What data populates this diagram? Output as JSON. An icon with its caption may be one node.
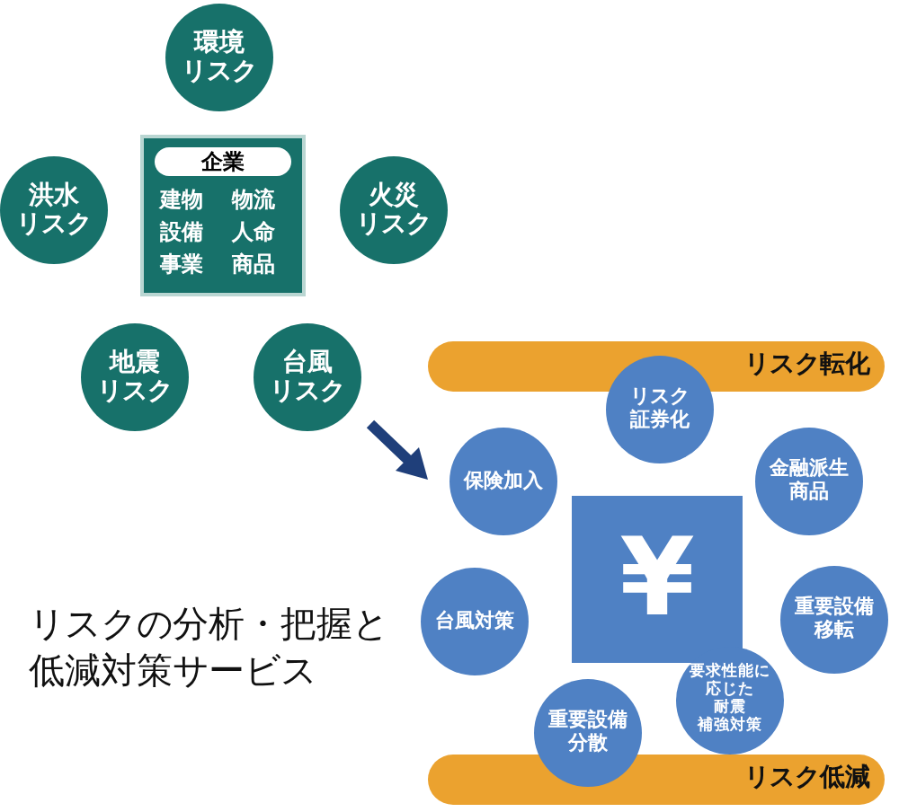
{
  "diagram": {
    "nodes": [
      {
        "text": [
          "環境リスク"
        ]
      },
      {
        "text": [
          "企業",
          "建物",
          "物流",
          "設備",
          "人命",
          "事業",
          "商品"
        ]
      },
      {
        "text": [
          "洪水リスク"
        ]
      },
      {
        "text": [
          "火災リスク"
        ]
      },
      {
        "text": [
          "地震リスク"
        ]
      },
      {
        "text": [
          "台風リスク"
        ]
      },
      {
        "text": [
          "リスク転化"
        ]
      },
      {
        "text": [
          "リスク証券化"
        ]
      },
      {
        "text": [
          "保険加入"
        ]
      },
      {
        "text": [
          "金融派生商品"
        ]
      },
      {
        "text": [
          "¥"
        ]
      },
      {
        "text": [
          "台風対策"
        ]
      },
      {
        "text": [
          "重要設備移転"
        ]
      },
      {
        "text": [
          "重要設備分散"
        ]
      },
      {
        "text": [
          "要求性能に応じた耐震補強対策"
        ]
      },
      {
        "text": [
          "リスク低減"
        ]
      }
    ],
    "labels": [
      "リスクの分析・把握と低減対策サービス"
    ]
  }
}
